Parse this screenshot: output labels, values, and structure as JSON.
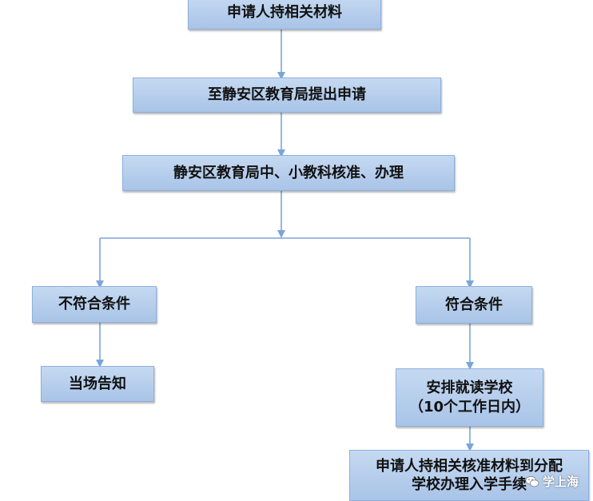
{
  "flowchart": {
    "step_submit_materials": "申请人持相关材料",
    "step_apply_bureau": "至静安区教育局提出申请",
    "step_review": "静安区教育局中、小教科核准、办理",
    "branch_not_qualified": "不符合条件",
    "result_notify_on_site": "当场告知",
    "branch_qualified": "符合条件",
    "arrange_school_line1": "安排就读学校",
    "arrange_school_line2": "（10个工作日内）",
    "final_step_line1": "申请人持相关核准材料到分配",
    "final_step_line2": "学校办理入学手续"
  },
  "watermark": {
    "text": "学上海"
  },
  "colors": {
    "box_fill": "#b8cfee",
    "box_border": "#8db0dc",
    "connector": "#7aa5d8"
  }
}
